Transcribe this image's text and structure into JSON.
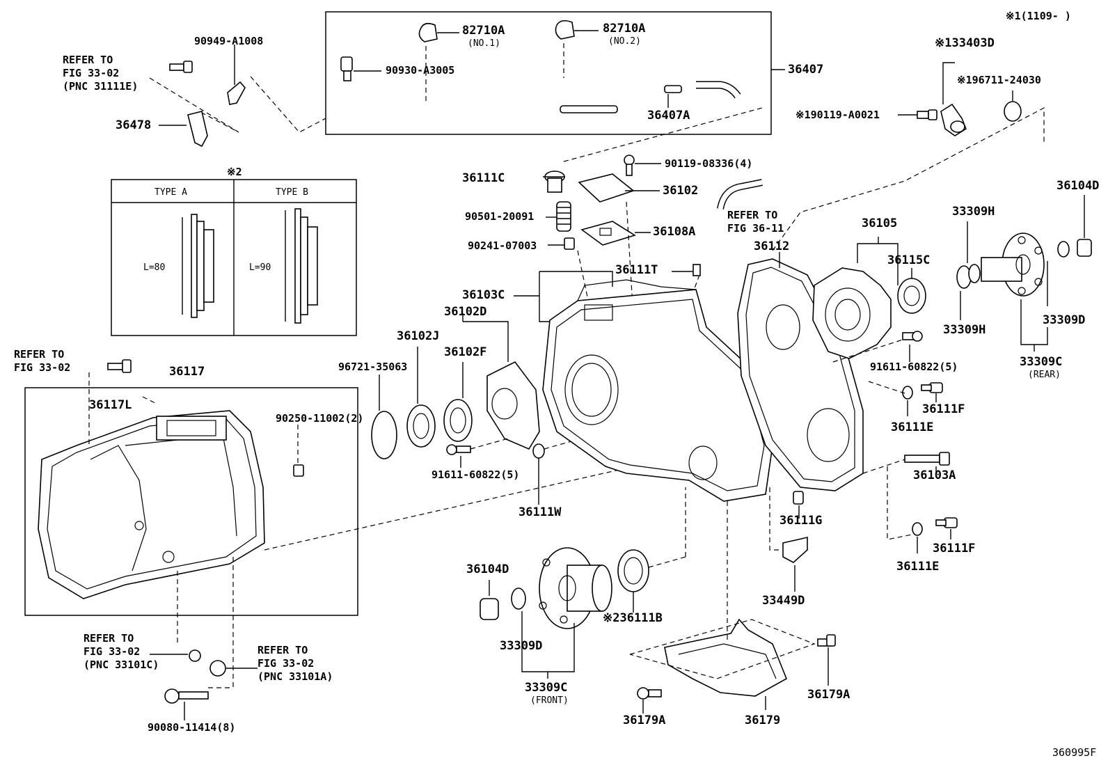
{
  "diagram_code": "360995F",
  "note_1": "※1(1109-      )",
  "box_note": "※2",
  "type_box": {
    "type_a": "TYPE A",
    "type_b": "TYPE B",
    "len_a": "L=80",
    "len_b": "L=90"
  },
  "refs": {
    "r1": [
      "REFER TO",
      "FIG 33-02",
      "(PNC 31111E)"
    ],
    "r2": [
      "REFER TO",
      "FIG 33-02"
    ],
    "r3": [
      "REFER TO",
      "FIG 36-11"
    ],
    "r4": [
      "REFER TO",
      "FIG 33-02",
      "(PNC 33101C)"
    ],
    "r5": [
      "REFER TO",
      "FIG 33-02",
      "(PNC 33101A)"
    ]
  },
  "parts": {
    "p90949": "90949-A1008",
    "p36478": "36478",
    "p82710a1": "82710A",
    "p82710a1_sub": "(NO.1)",
    "p82710a2": "82710A",
    "p82710a2_sub": "(NO.2)",
    "p90930": "90930-A3005",
    "p36407": "36407",
    "p36407a": "36407A",
    "p33403d": "※133403D",
    "p196711": "※196711-24030",
    "p190119": "※190119-A0021",
    "p90119": "90119-08336(4)",
    "p36111c": "36111C",
    "p36102": "36102",
    "p90501": "90501-20091",
    "p36108a": "36108A",
    "p90241": "90241-07003",
    "p36111t": "36111T",
    "p36103c": "36103C",
    "p36102d": "36102D",
    "p36102j": "36102J",
    "p36102f": "36102F",
    "p96721": "96721-35063",
    "p91611a": "91611-60822(5)",
    "p36111w": "36111W",
    "p36117": "36117",
    "p36117l": "36117L",
    "p90250": "90250-11002(2)",
    "p36105": "36105",
    "p36112": "36112",
    "p36115c": "36115C",
    "p33309h_top": "33309H",
    "p36104d_r": "36104D",
    "p33309h_bot": "33309H",
    "p33309d_r": "33309D",
    "p33309c_r": "33309C",
    "p33309c_r_sub": "(REAR)",
    "p91611b": "91611-60822(5)",
    "p36111f_a": "36111F",
    "p36111e_a": "36111E",
    "p36103a": "36103A",
    "p36111g": "36111G",
    "p36111f_b": "36111F",
    "p36111e_b": "36111E",
    "p33449d": "33449D",
    "p36104d_l": "36104D",
    "p33309d_l": "33309D",
    "p33309c_l": "33309C",
    "p33309c_l_sub": "(FRONT)",
    "p36111b": "※236111B",
    "p36179a_l": "36179A",
    "p36179": "36179",
    "p36179a_r": "36179A",
    "p90080": "90080-11414(8)"
  }
}
